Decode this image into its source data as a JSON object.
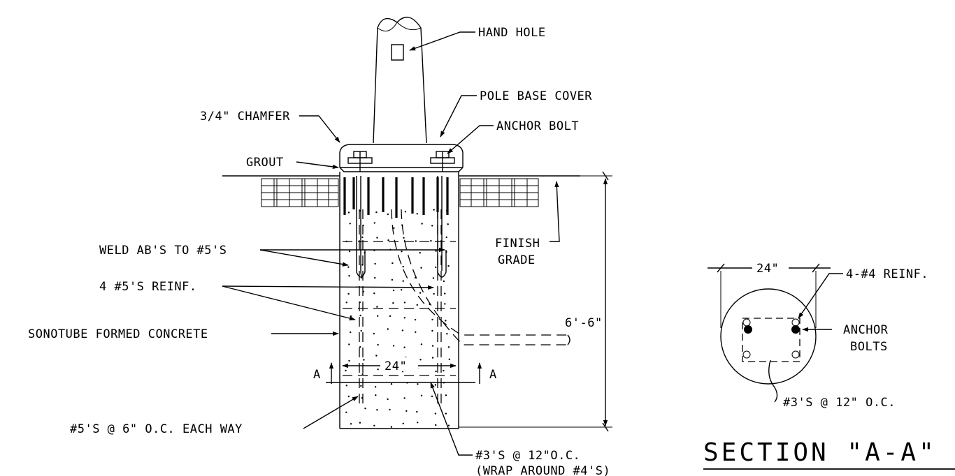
{
  "callouts": {
    "hand_hole": "HAND HOLE",
    "pole_base_cover": "POLE BASE COVER",
    "chamfer": "3/4\" CHAMFER",
    "anchor_bolt": "ANCHOR BOLT",
    "grout": "GROUT",
    "finish_grade_1": "FINISH",
    "finish_grade_2": "GRADE",
    "weld": "WELD AB'S TO #5'S",
    "reinf": "4 #5'S REINF.",
    "sonotube": "SONOTUBE FORMED CONCRETE",
    "depth": "6'-6\"",
    "width": "24\"",
    "section_mark": "A",
    "bottom_bars": "#5'S @ 6\" O.C. EACH WAY",
    "ties_1": "#3'S @ 12\"O.C.",
    "ties_2": "(WRAP AROUND #4'S)"
  },
  "section": {
    "width": "24\"",
    "reinf": "4-#4 REINF.",
    "anchor_1": "ANCHOR",
    "anchor_2": "BOLTS",
    "ties": "#3'S @ 12\" O.C.",
    "title": "SECTION \"A-A\""
  }
}
